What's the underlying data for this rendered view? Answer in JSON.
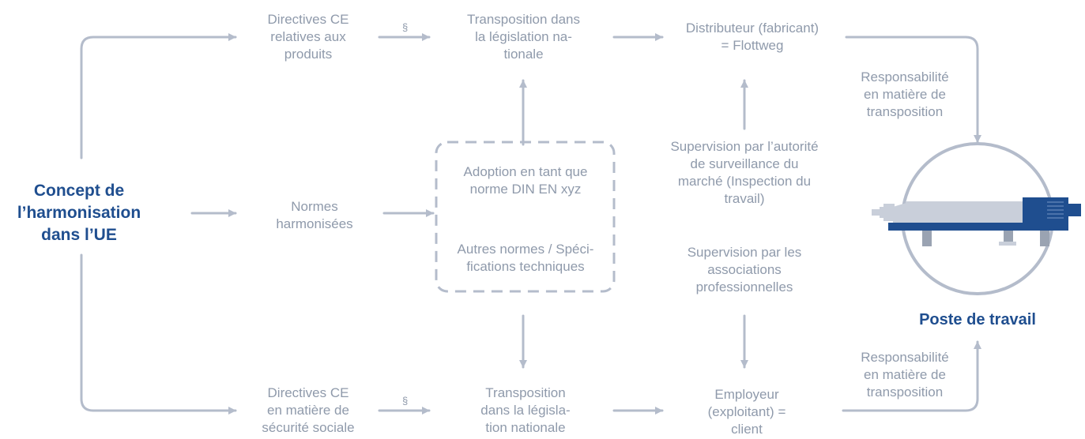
{
  "concept": "Concept de\nl’harmonisation\ndans l’UE",
  "top_row": {
    "directives": "Directives CE\nrelatives aux\nproduits",
    "transposition": "Transposition dans\nla législation na-\ntionale",
    "distributor": "Distributeur (fabricant)\n= Flottweg",
    "responsibility": "Responsabilité\nen matière de\ntransposition",
    "paragraph_sign": "§"
  },
  "middle_row": {
    "norms": "Normes\nharmonisées",
    "adoption": "Adoption en tant que\nnorme DIN EN xyz",
    "other_norms": "Autres normes / Spéci-\nfications techniques",
    "supervision_authority": "Supervision par l’autorité\nde surveillance du\nmarché (Inspection du\ntravail)",
    "supervision_associations": "Supervision par les\nassociations\nprofessionnelles"
  },
  "bottom_row": {
    "directives": "Directives CE\nen matière de\nsécurité sociale",
    "transposition": "Transposition\ndans la législa-\ntion nationale",
    "employer": "Employeur\n(exploitant) =\nclient",
    "responsibility": "Responsabilité\nen matière de\ntransposition",
    "paragraph_sign": "§"
  },
  "workplace": "Poste de travail",
  "colors": {
    "line": "#b4bccb",
    "text_gray": "#8f9aab",
    "title_blue": "#1f4e8f",
    "machine_dark": "#1f4e8f",
    "machine_light": "#c9cfda"
  }
}
